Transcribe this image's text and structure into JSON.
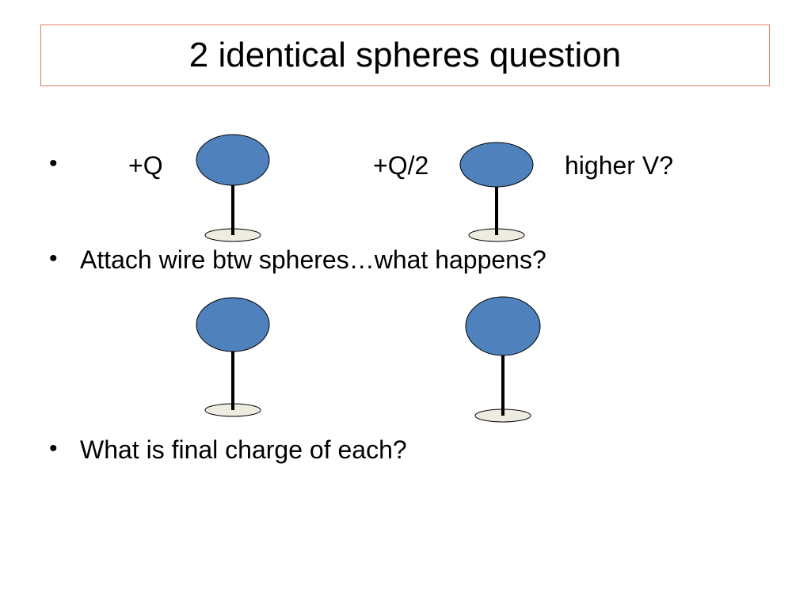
{
  "slide": {
    "title": "2 identical spheres question",
    "bullet_symbol": "•",
    "line1": {
      "charge_left": "+Q",
      "charge_right": "+Q/2",
      "question": "higher V?"
    },
    "line2": "Attach wire btw spheres…what happens?",
    "line3": "What is final charge of each?"
  },
  "colors": {
    "sphere_fill": "#4f81bd",
    "base_fill": "#eeece1",
    "stroke": "#000000",
    "title_border": "#e07b62"
  }
}
